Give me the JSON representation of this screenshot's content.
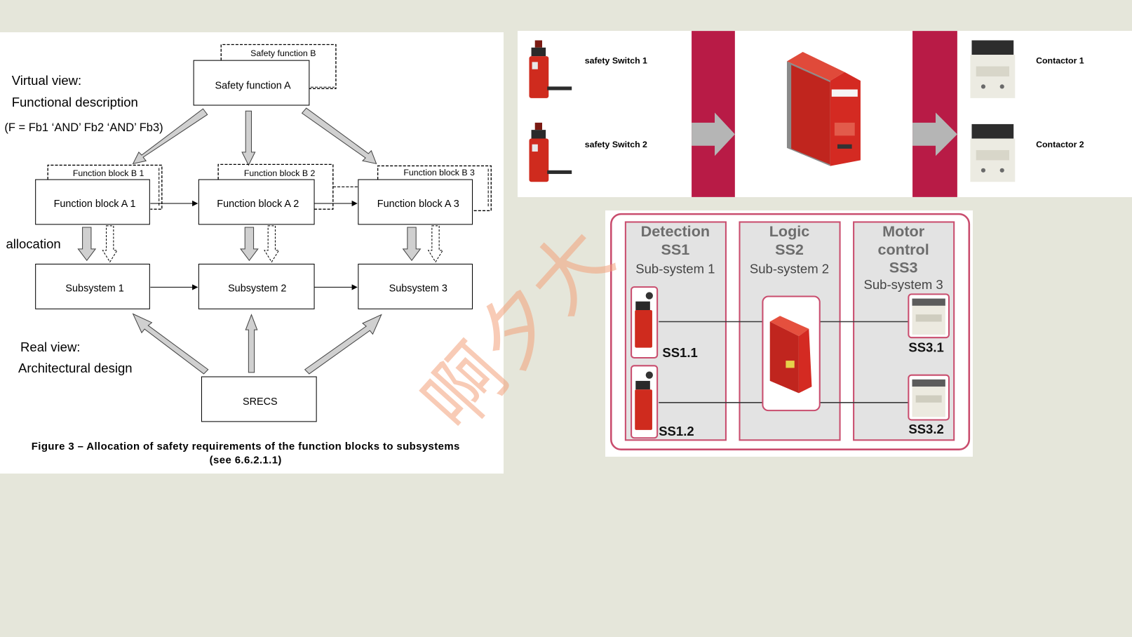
{
  "left_diagram": {
    "label_virtual_view": "Virtual view:",
    "label_functional_description": "Functional description",
    "label_formula": "(F = Fb1 ‘AND’ Fb2 ‘AND’ Fb3)",
    "label_allocation": "allocation",
    "label_real_view": "Real view:",
    "label_architectural_design": "Architectural design",
    "safety_function_a": "Safety function A",
    "safety_function_b": "Safety function B",
    "function_blocks_a": [
      "Function block A 1",
      "Function block A 2",
      "Function block A 3"
    ],
    "function_blocks_b": [
      "Function block B 1",
      "Function block B 2",
      "Function block B 3"
    ],
    "subsystems": [
      "Subsystem  1",
      "Subsystem 2",
      "Subsystem  3"
    ],
    "srecs": "SRECS",
    "caption_line1": "Figure 3 – Allocation of safety requirements of the function blocks to subsystems",
    "caption_line2": "(see 6.6.2.1.1)"
  },
  "top_right": {
    "switches": [
      "safety Switch 1",
      "safety Switch 2"
    ],
    "contactors": [
      "Contactor 1",
      "Contactor 2"
    ]
  },
  "bottom_right": {
    "columns": [
      {
        "title_lines": [
          "Detection",
          "SS1"
        ],
        "subtitle": "Sub-system 1"
      },
      {
        "title_lines": [
          "Logic",
          "SS2"
        ],
        "subtitle": "Sub-system 2"
      },
      {
        "title_lines": [
          "Motor",
          "control",
          "SS3"
        ],
        "subtitle": "Sub-system 3"
      }
    ],
    "labels": [
      "SS1.1",
      "SS1.2",
      "SS3.1",
      "SS3.2"
    ]
  },
  "watermark": "啊夕大",
  "colors": {
    "background": "#e5e6da",
    "crimson": "#b81b46",
    "module_red": "#d42a22",
    "frame_pink": "#c94d6e",
    "arrow_gray": "#cfcfcf"
  }
}
